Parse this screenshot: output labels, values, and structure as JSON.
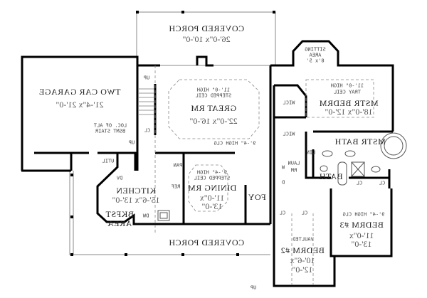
{
  "plan": {
    "front_porch": {
      "name": "COVERED PORCH",
      "size": "26'-0\"x 10'-0\""
    },
    "garage": {
      "name": "TWO CAR GARAGE",
      "size": "21'-4\"x 21'-0\""
    },
    "alt_stair": {
      "line1": "LOC. OF ALT",
      "line2": "BSMT STAIR"
    },
    "great_room": {
      "ceiling1": "11'-0\" HIGH",
      "ceiling2": "STEPPED CEIL",
      "name": "GREAT RM",
      "size": "22'-0\"x 16'-0\""
    },
    "hall_clg": "9'-4\" HIGH CLG",
    "sitting": {
      "line1": "SITTING",
      "line2": "AREA",
      "size": "8'x 5'"
    },
    "master": {
      "ceiling1": "11'-0\" HIGH",
      "ceiling2": "TRAY CEIL",
      "name": "MSTR BEDRM",
      "size": "18'-0\"x 12'-0\""
    },
    "wicl": "WICL",
    "master_bath": "MSTR BATH",
    "lin": "LIN",
    "laundry": {
      "line1": "LAUN",
      "line2": "RM",
      "washer": "W",
      "dryer": "D"
    },
    "bath": "BATH",
    "cl": "CL",
    "bedroom3": {
      "ceiling": "9'-4\" HIGH CLG",
      "name": "BEDRM #3",
      "size1": "11'-0\"x",
      "size2": "13'-0\""
    },
    "bedroom2": {
      "ceiling": "VAULTED",
      "name": "BEDRM #2",
      "size1": "10'-6\"x",
      "size2": "12'-0\""
    },
    "util": "UTIL",
    "dv": "DV",
    "pan": "PAN",
    "ref": "REF",
    "kitchen": {
      "name": "KITCHEN",
      "size": "15'-6\"x 13'-0\""
    },
    "bkfst": {
      "line1": "BKFST",
      "line2": "AREA"
    },
    "dw": "DW",
    "dining": {
      "ceiling1": "9'-4\" HIGH",
      "ceiling2": "STEPPED CEIL",
      "name": "DINING RM",
      "size1": "11'-0\"x",
      "size2": "13'-0\""
    },
    "foyer": "FOY",
    "rear_porch": {
      "name": "COVERED PORCH"
    },
    "up": "UP"
  }
}
